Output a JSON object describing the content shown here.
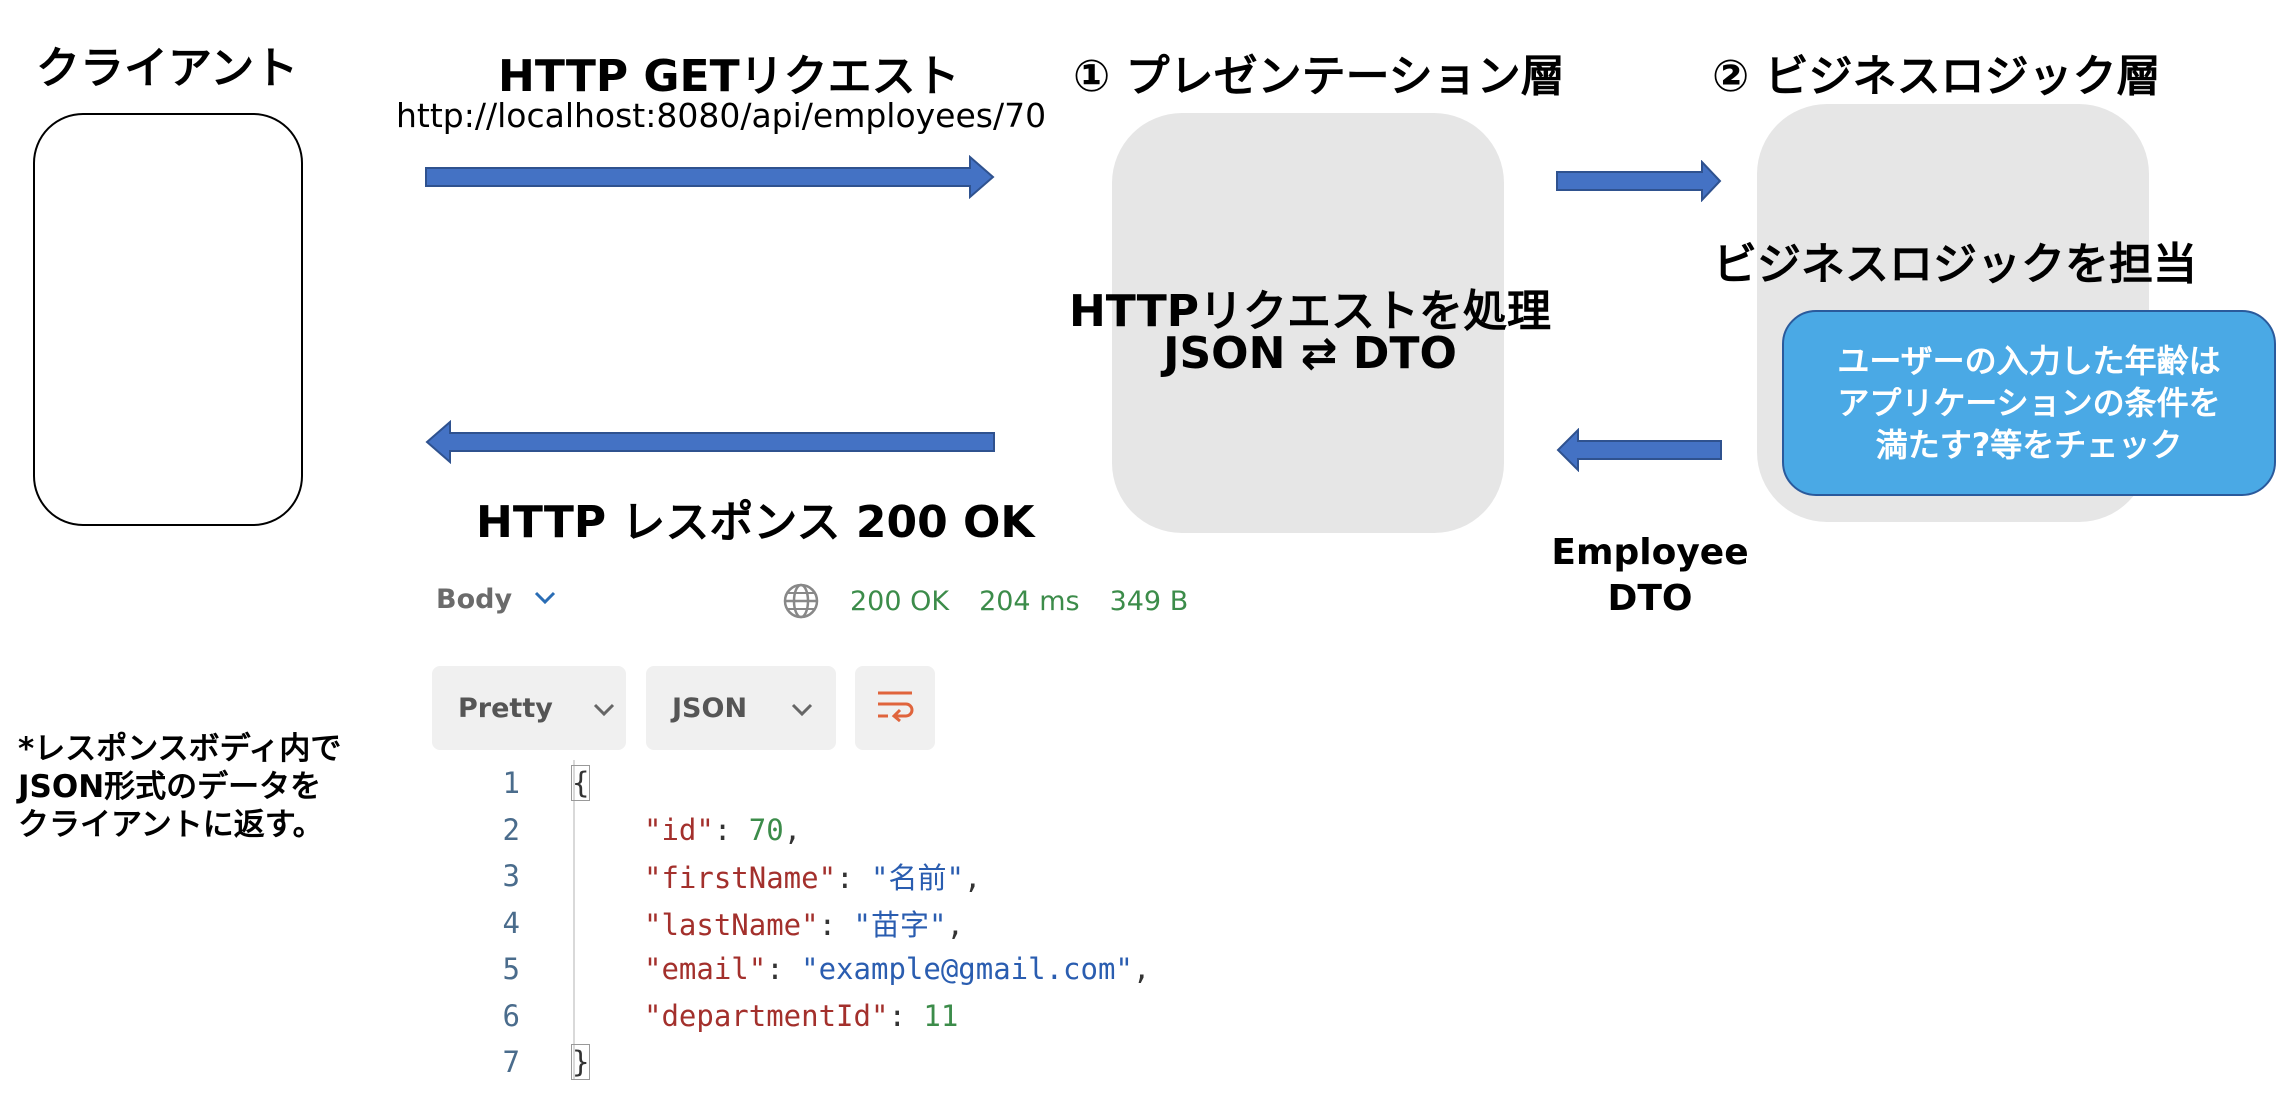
{
  "client": {
    "label": "クライアント"
  },
  "request": {
    "title": "HTTP GETリクエスト",
    "url": "http://localhost:8080/api/employees/70"
  },
  "response": {
    "title": "HTTP レスポンス 200 OK"
  },
  "presentation": {
    "title": "① プレゼンテーション層",
    "line1": "HTTPリクエストを処理",
    "line2": "JSON ⇄ DTO"
  },
  "business": {
    "title": "② ビジネスロジック層",
    "subtitle": "ビジネスロジックを担当",
    "note_line1": "ユーザーの入力した年齢は",
    "note_line2": "アプリケーションの条件を",
    "note_line3": "満たす?等をチェック"
  },
  "dto": {
    "line1": "Employee",
    "line2": "DTO"
  },
  "side_note": {
    "line1": "*レスポンスボディ内で",
    "line2": "JSON形式のデータを",
    "line3": "クライアントに返す。"
  },
  "postman": {
    "body_label": "Body",
    "status": "200 OK",
    "time": "204 ms",
    "size": "349 B",
    "format_select": "Pretty",
    "type_select": "JSON",
    "icons": [
      "chevron-down-icon",
      "globe-icon",
      "wrap-icon"
    ]
  },
  "code": {
    "lines": [
      {
        "n": "1",
        "text": "{"
      },
      {
        "n": "2",
        "key": "\"id\"",
        "value": "70",
        "kind": "num",
        "trail": ","
      },
      {
        "n": "3",
        "key": "\"firstName\"",
        "value": "\"名前\"",
        "kind": "str",
        "trail": ","
      },
      {
        "n": "4",
        "key": "\"lastName\"",
        "value": "\"苗字\"",
        "kind": "str",
        "trail": ","
      },
      {
        "n": "5",
        "key": "\"email\"",
        "value": "\"example@gmail.com\"",
        "kind": "str",
        "trail": ","
      },
      {
        "n": "6",
        "key": "\"departmentId\"",
        "value": "11",
        "kind": "num",
        "trail": ""
      },
      {
        "n": "7",
        "text": "}"
      }
    ]
  },
  "colors": {
    "arrow": "#4472c4",
    "arrow_border": "#2f528f",
    "gray_box": "#e6e6e6",
    "note_box": "#4aa9e5"
  }
}
